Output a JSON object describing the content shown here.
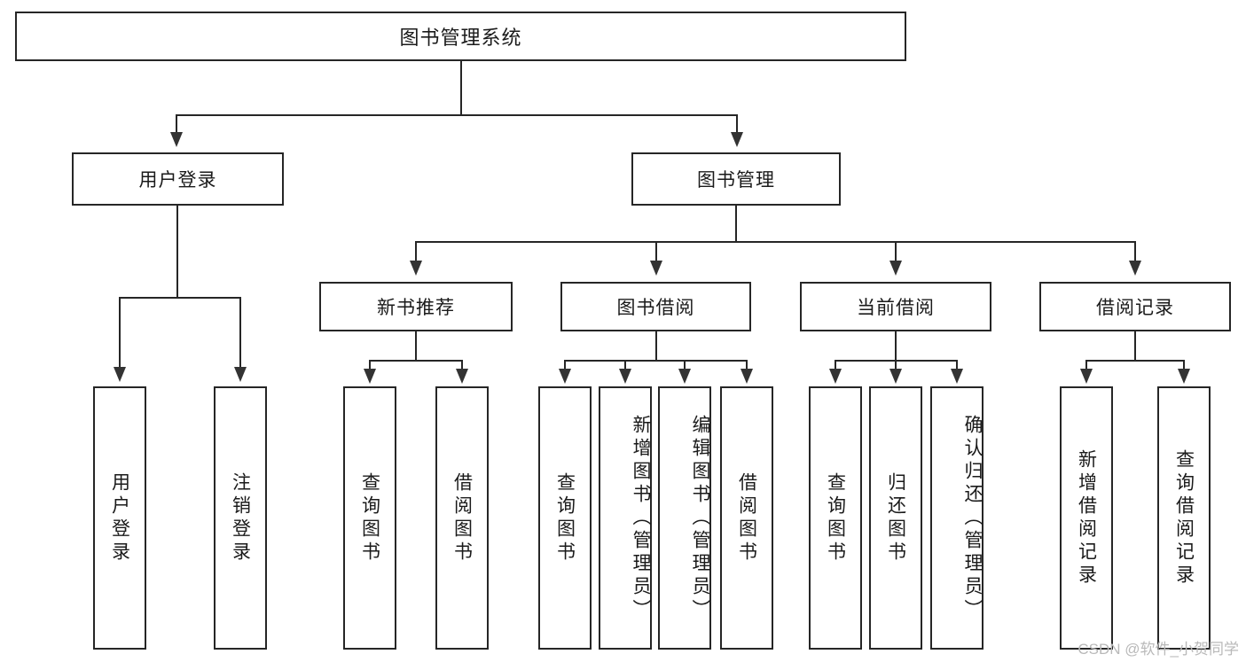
{
  "diagram": {
    "title": "图书管理系统",
    "type": "hierarchy-tree",
    "root": {
      "label": "图书管理系统"
    },
    "level2": [
      {
        "label": "用户登录"
      },
      {
        "label": "图书管理"
      }
    ],
    "level3": [
      {
        "label": "新书推荐"
      },
      {
        "label": "图书借阅"
      },
      {
        "label": "当前借阅"
      },
      {
        "label": "借阅记录"
      }
    ],
    "leaves": {
      "user_login": [
        {
          "label": "用户登录"
        },
        {
          "label": "注销登录"
        }
      ],
      "new_book_recommend": [
        {
          "label": "查询图书"
        },
        {
          "label": "借阅图书"
        }
      ],
      "book_borrow": [
        {
          "label": "查询图书"
        },
        {
          "label": "新增图书（管理员）"
        },
        {
          "label": "编辑图书（管理员）"
        },
        {
          "label": "借阅图书"
        }
      ],
      "current_borrow": [
        {
          "label": "查询图书"
        },
        {
          "label": "归还图书"
        },
        {
          "label": "确认归还（管理员）"
        }
      ],
      "borrow_record": [
        {
          "label": "新增借阅记录"
        },
        {
          "label": "查询借阅记录"
        }
      ]
    }
  },
  "watermark": {
    "text": "CSDN @软件_小贺同学"
  },
  "colors": {
    "border": "#262626",
    "text": "#1a1a1a",
    "background": "#ffffff",
    "watermark": "#b9b9b9"
  }
}
